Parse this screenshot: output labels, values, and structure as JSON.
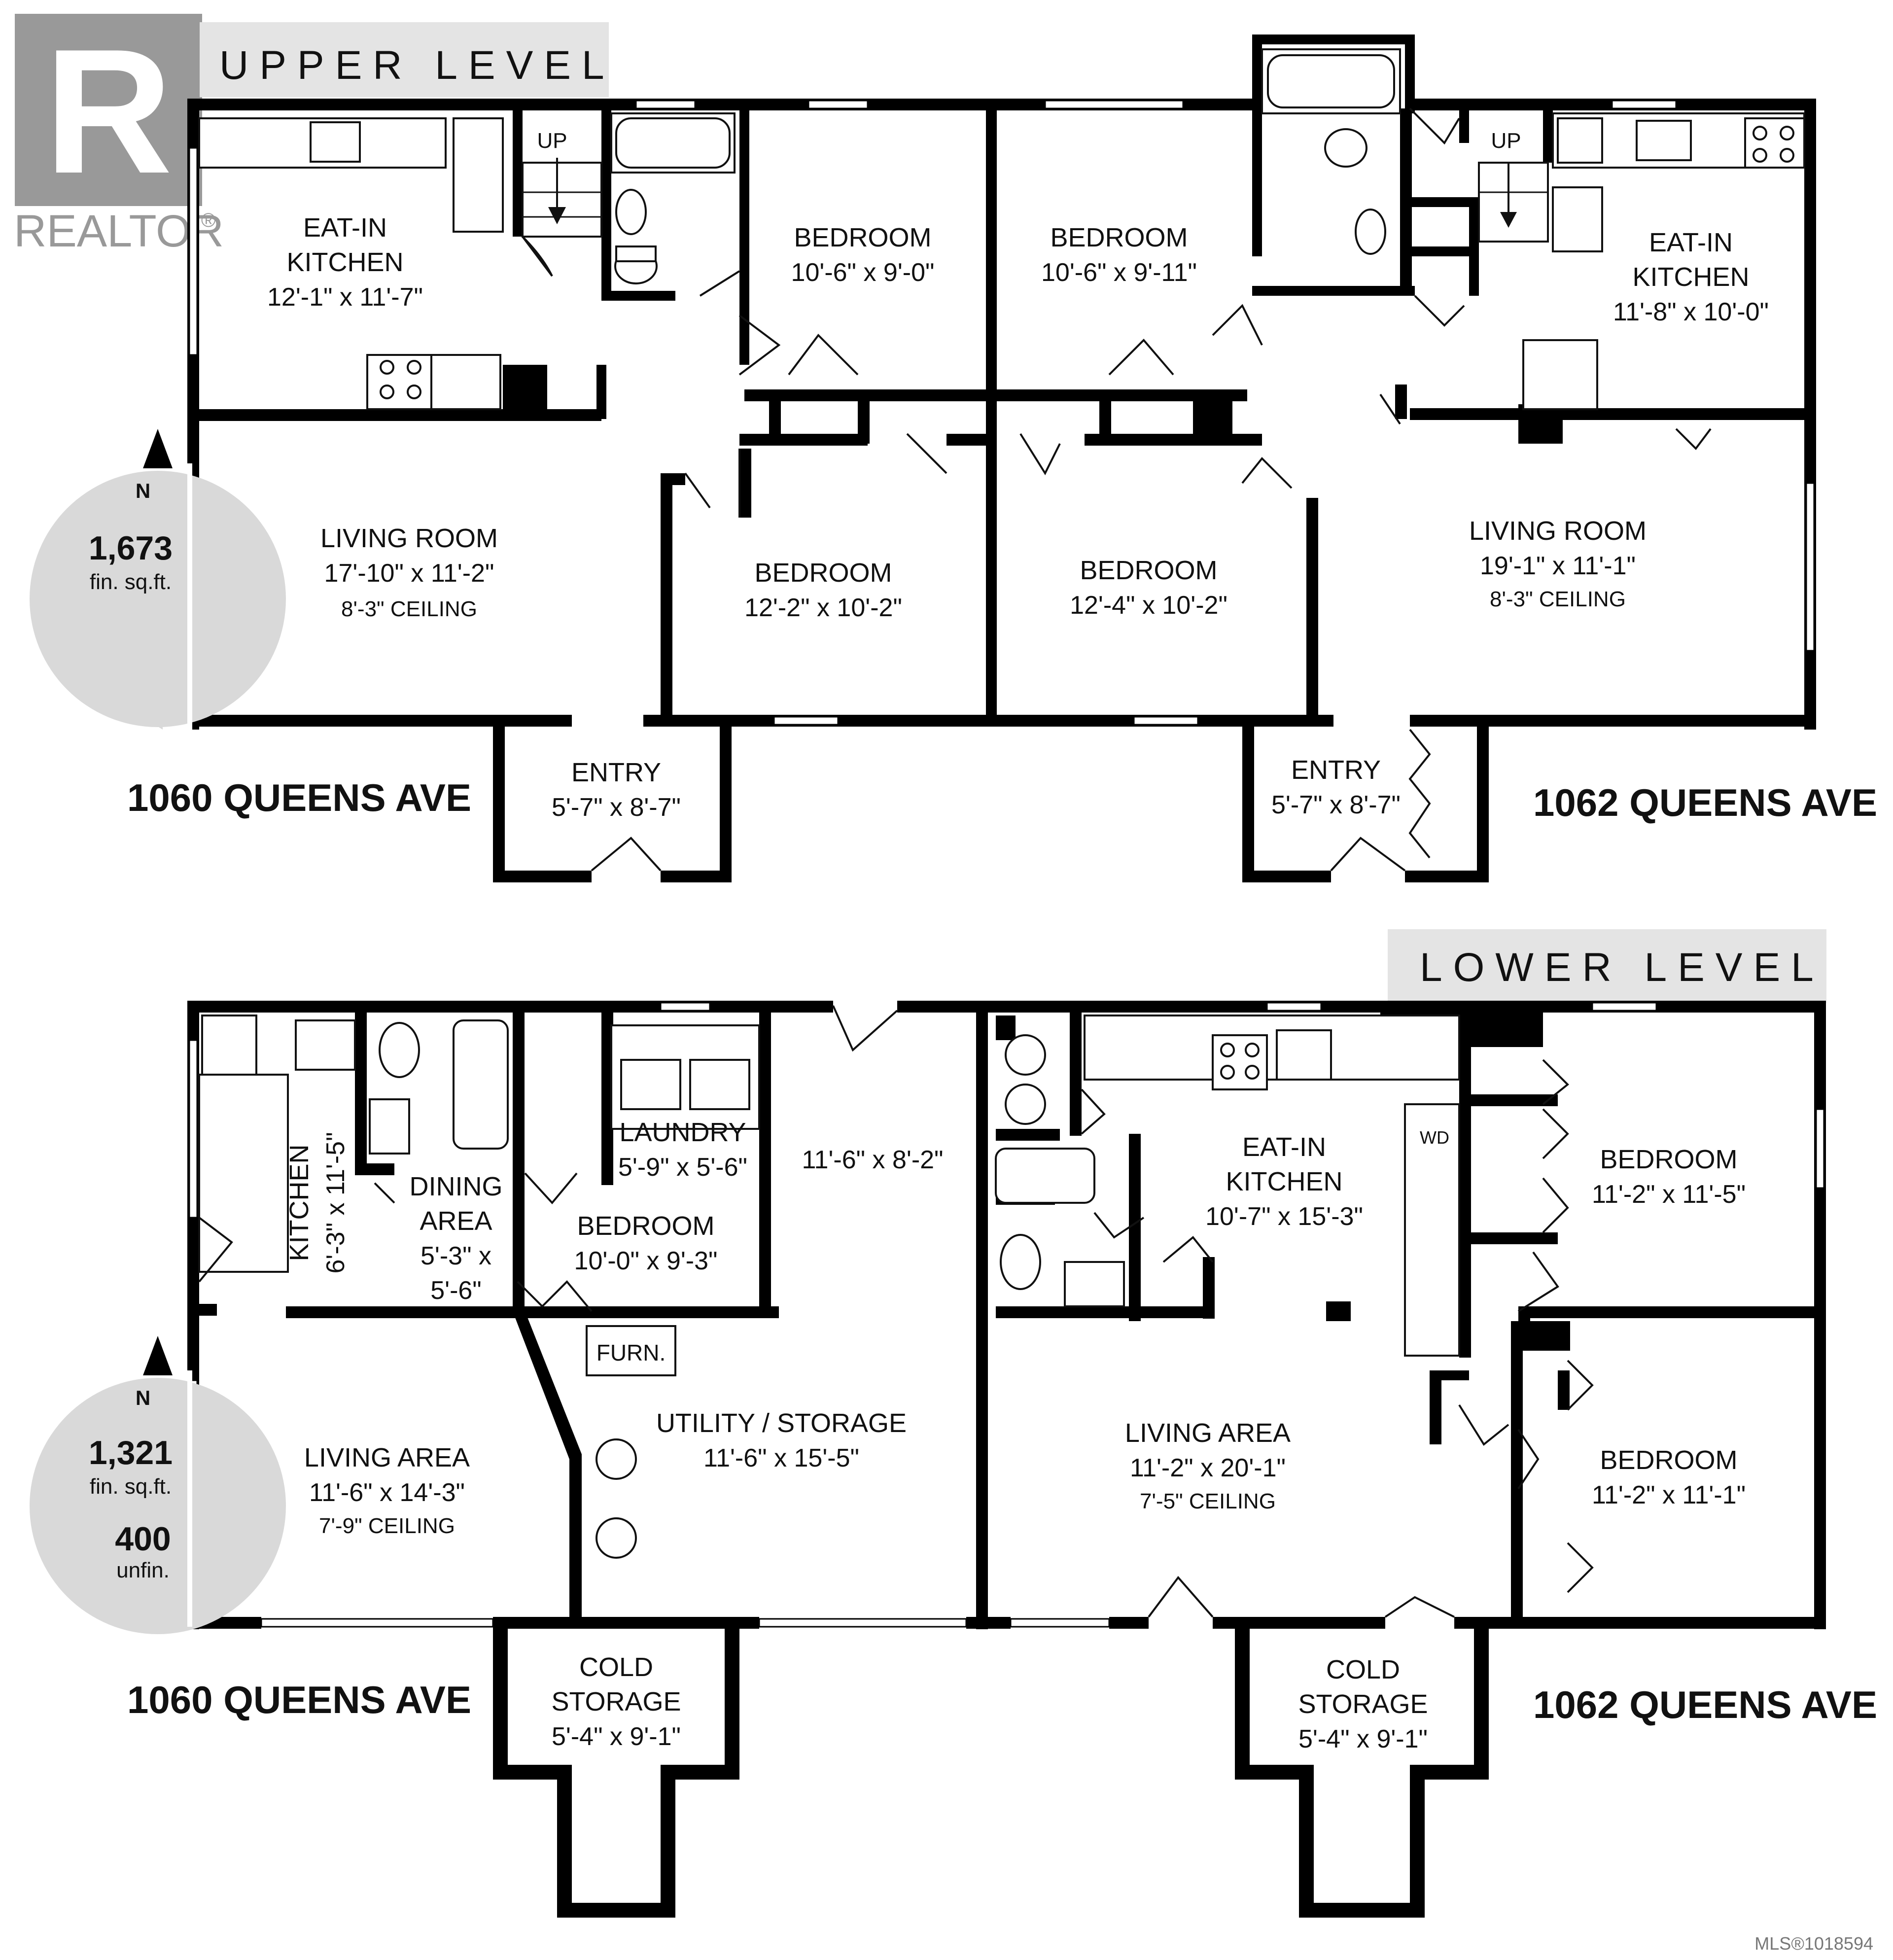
{
  "brand": {
    "name": "REALTOR",
    "mark": "R",
    "registered": "®"
  },
  "footer": {
    "mls": "MLS®1018594"
  },
  "upper": {
    "banner": "UPPER LEVEL",
    "compass": "N",
    "sqft": "1,673",
    "sqft_unit": "fin. sq.ft.",
    "left_address": "1060 QUEENS AVE",
    "right_address": "1062 QUEENS AVE",
    "rooms": {
      "kitchen_left": {
        "name1": "EAT-IN",
        "name2": "KITCHEN",
        "dim": "12'-1\" x 11'-7\""
      },
      "up_left": "UP",
      "bedroom_top_a": {
        "name": "BEDROOM",
        "dim": "10'-6\" x 9'-0\""
      },
      "bedroom_top_b": {
        "name": "BEDROOM",
        "dim": "10'-6\" x 9'-11\""
      },
      "up_right": "UP",
      "kitchen_right": {
        "name1": "EAT-IN",
        "name2": "KITCHEN",
        "dim": "11'-8\" x 10'-0\""
      },
      "living_left": {
        "name": "LIVING ROOM",
        "dim": "17'-10\" x 11'-2\"",
        "ceiling": "8'-3\" CEILING"
      },
      "bedroom_mid_a": {
        "name": "BEDROOM",
        "dim": "12'-2\" x 10'-2\""
      },
      "bedroom_mid_b": {
        "name": "BEDROOM",
        "dim": "12'-4\" x 10'-2\""
      },
      "living_right": {
        "name": "LIVING ROOM",
        "dim": "19'-1\" x 11'-1\"",
        "ceiling": "8'-3\" CEILING"
      },
      "entry_left": {
        "name": "ENTRY",
        "dim": "5'-7\" x 8'-7\""
      },
      "entry_right": {
        "name": "ENTRY",
        "dim": "5'-7\" x 8'-7\""
      }
    }
  },
  "lower": {
    "banner": "LOWER LEVEL",
    "compass": "N",
    "sqft": "1,321",
    "sqft_unit": "fin. sq.ft.",
    "unfin": "400",
    "unfin_unit": "unfin.",
    "left_address": "1060 QUEENS AVE",
    "right_address": "1062 QUEENS AVE",
    "rooms": {
      "kitchen": {
        "name": "KITCHEN",
        "dim": "6'-3\" x 11'-5\""
      },
      "dining": {
        "name1": "DINING",
        "name2": "AREA",
        "dim1": "5'-3\" x",
        "dim2": "5'-6\""
      },
      "laundry": {
        "name": "LAUNDRY",
        "dim": "5'-9\" x 5'-6\""
      },
      "hall": {
        "dim": "11'-6\" x 8'-2\""
      },
      "bedroom_left": {
        "name": "BEDROOM",
        "dim": "10'-0\" x 9'-3\""
      },
      "furnace": "FURN.",
      "utility": {
        "name": "UTILITY / STORAGE",
        "dim": "11'-6\" x 15'-5\""
      },
      "living_left": {
        "name": "LIVING AREA",
        "dim": "11'-6\" x 14'-3\"",
        "ceiling": "7'-9\" CEILING"
      },
      "cold_left": {
        "name1": "COLD",
        "name2": "STORAGE",
        "dim": "5'-4\" x 9'-1\""
      },
      "kitchen_right": {
        "name1": "EAT-IN",
        "name2": "KITCHEN",
        "dim": "10'-7\" x 15'-3\""
      },
      "wd": "WD",
      "bedroom_right_a": {
        "name": "BEDROOM",
        "dim": "11'-2\" x 11'-5\""
      },
      "bedroom_right_b": {
        "name": "BEDROOM",
        "dim": "11'-2\" x 11'-1\""
      },
      "living_right": {
        "name": "LIVING AREA",
        "dim": "11'-2\" x 20'-1\"",
        "ceiling": "7'-5\" CEILING"
      },
      "cold_right": {
        "name1": "COLD",
        "name2": "STORAGE",
        "dim": "5'-4\" x 9'-1\""
      }
    }
  }
}
